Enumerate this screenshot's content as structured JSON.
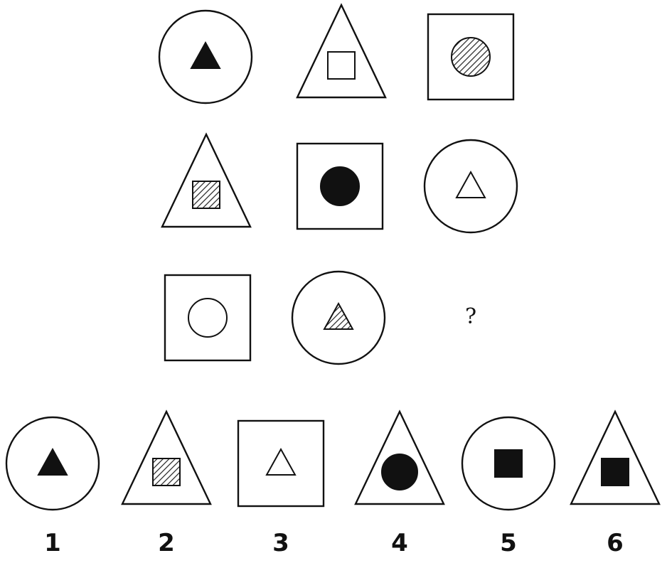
{
  "matrix": {
    "rows": [
      [
        {
          "outer": "circle",
          "inner": "triangle",
          "fill": "black"
        },
        {
          "outer": "triangle",
          "inner": "square",
          "fill": "white"
        },
        {
          "outer": "square",
          "inner": "circle",
          "fill": "hatched"
        }
      ],
      [
        {
          "outer": "triangle",
          "inner": "square",
          "fill": "hatched"
        },
        {
          "outer": "square",
          "inner": "circle",
          "fill": "black"
        },
        {
          "outer": "circle",
          "inner": "triangle",
          "fill": "white"
        }
      ],
      [
        {
          "outer": "square",
          "inner": "circle",
          "fill": "white"
        },
        {
          "outer": "circle",
          "inner": "triangle",
          "fill": "hatched"
        },
        {
          "missing": true,
          "text": "?"
        }
      ]
    ]
  },
  "options": [
    {
      "label": "1",
      "outer": "circle",
      "inner": "triangle",
      "fill": "black"
    },
    {
      "label": "2",
      "outer": "triangle",
      "inner": "square",
      "fill": "hatched"
    },
    {
      "label": "3",
      "outer": "square",
      "inner": "triangle",
      "fill": "white"
    },
    {
      "label": "4",
      "outer": "triangle",
      "inner": "circle",
      "fill": "black"
    },
    {
      "label": "5",
      "outer": "circle",
      "inner": "square",
      "fill": "black"
    },
    {
      "label": "6",
      "outer": "triangle",
      "inner": "square",
      "fill": "black"
    }
  ],
  "colors": {
    "stroke": "#111111",
    "black_fill": "#111111",
    "white_fill": "#ffffff",
    "hatch": "#222222"
  }
}
